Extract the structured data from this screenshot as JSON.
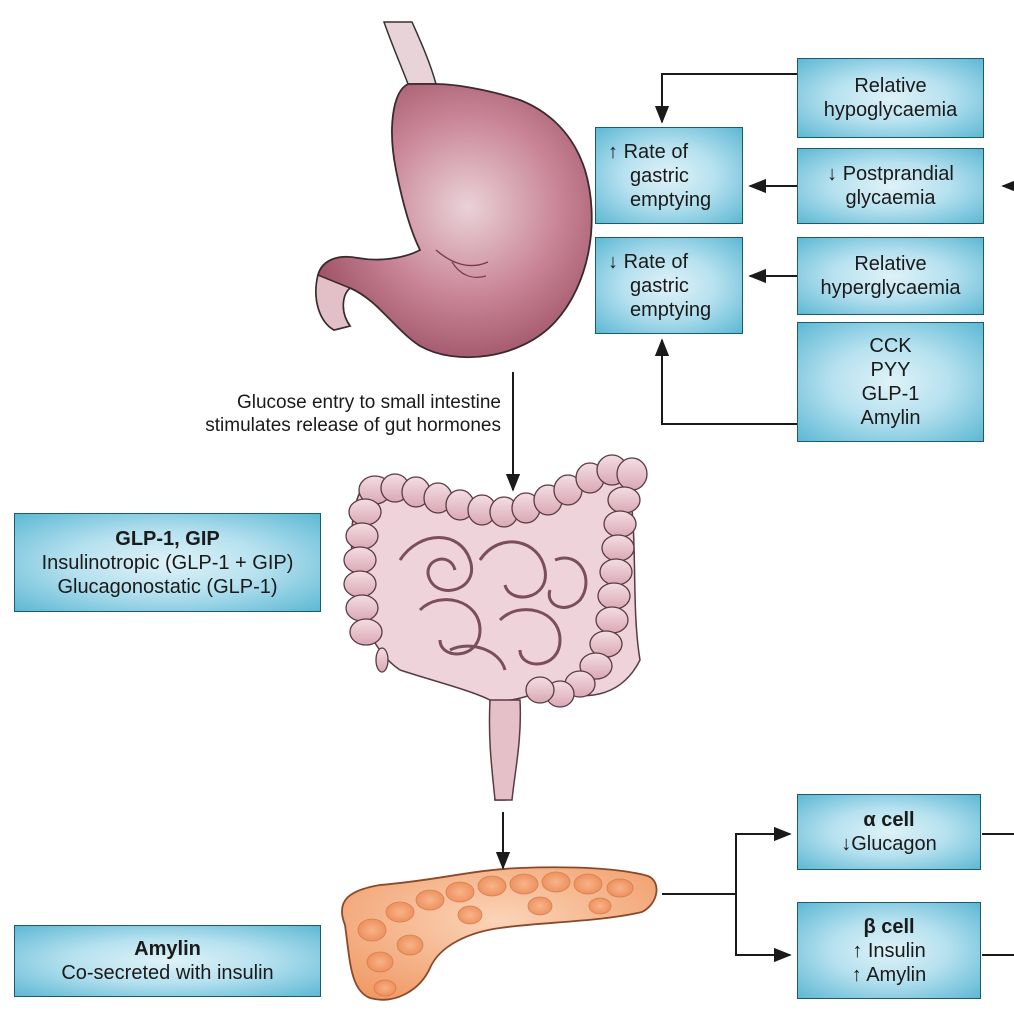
{
  "colors": {
    "box_border": "#1d5a6e",
    "box_fill_center": "#dff2f8",
    "box_fill_edge": "#5db8d4",
    "stomach": "#c98597",
    "intestine": "#e7c3cc",
    "pancreas": "#f4a77a",
    "arrow": "#1a1a1a"
  },
  "icons": {
    "stomach": "stomach-illustration",
    "intestine": "intestine-illustration",
    "pancreas": "pancreas-illustration"
  },
  "stomach_section": {
    "effects": {
      "increase": {
        "arrow": "↑",
        "lines": [
          "Rate of",
          "gastric",
          "emptying"
        ]
      },
      "decrease": {
        "arrow": "↓",
        "lines": [
          "Rate of",
          "gastric",
          "emptying"
        ]
      }
    },
    "triggers": {
      "hypoglycaemia": {
        "lines": [
          "Relative",
          "hypoglycaemia"
        ]
      },
      "postprandial": {
        "arrow": "↓",
        "lines": [
          "Postprandial",
          "glycaemia"
        ]
      },
      "hyperglycaemia": {
        "lines": [
          "Relative",
          "hyperglycaemia"
        ]
      },
      "hormones": {
        "lines": [
          "CCK",
          "PYY",
          "GLP-1",
          "Amylin"
        ]
      }
    }
  },
  "intestine_section": {
    "caption": [
      "Glucose entry to small intestine",
      "stimulates release of gut hormones"
    ],
    "hormone_box": {
      "title": "GLP-1, GIP",
      "lines": [
        "Insulinotropic (GLP-1 + GIP)",
        "Glucagonostatic (GLP-1)"
      ]
    }
  },
  "pancreas_section": {
    "amylin_box": {
      "title": "Amylin",
      "line": "Co-secreted with insulin"
    },
    "alpha_cell": {
      "title": "α cell",
      "items": [
        {
          "arrow": "↓",
          "text": "Glucagon"
        }
      ]
    },
    "beta_cell": {
      "title": "β cell",
      "items": [
        {
          "arrow": "↑",
          "text": "Insulin"
        },
        {
          "arrow": "↑",
          "text": "Amylin"
        }
      ]
    }
  }
}
